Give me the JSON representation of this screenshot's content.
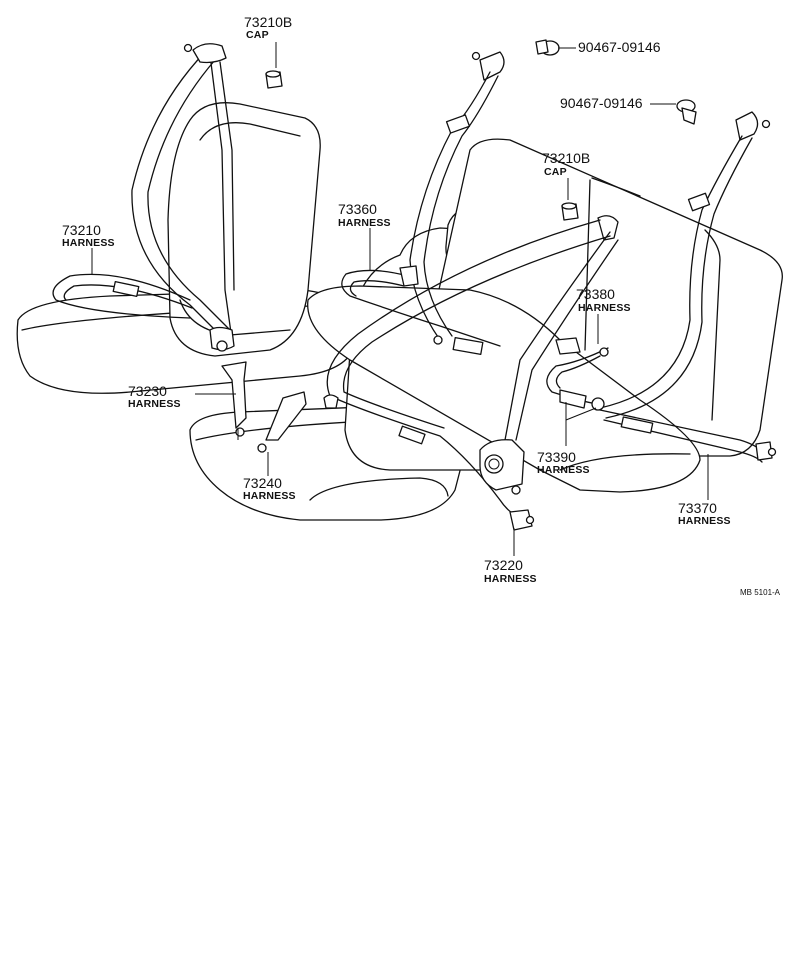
{
  "labels": {
    "cap_front": {
      "part": "73210B",
      "name": "CAP"
    },
    "cap_rear": {
      "part": "73210B",
      "name": "CAP"
    },
    "clip_top": {
      "part": "90467-09146"
    },
    "clip_mid": {
      "part": "90467-09146"
    },
    "h73210": {
      "part": "73210",
      "name": "HARNESS"
    },
    "h73360": {
      "part": "73360",
      "name": "HARNESS"
    },
    "h73380": {
      "part": "73380",
      "name": "HARNESS"
    },
    "h73230": {
      "part": "73230",
      "name": "HARNESS"
    },
    "h73390": {
      "part": "73390",
      "name": "HARNESS"
    },
    "h73240": {
      "part": "73240",
      "name": "HARNESS"
    },
    "h73370": {
      "part": "73370",
      "name": "HARNESS"
    },
    "h73220": {
      "part": "73220",
      "name": "HARNESS"
    }
  },
  "figure_code": "MB 5101-A"
}
